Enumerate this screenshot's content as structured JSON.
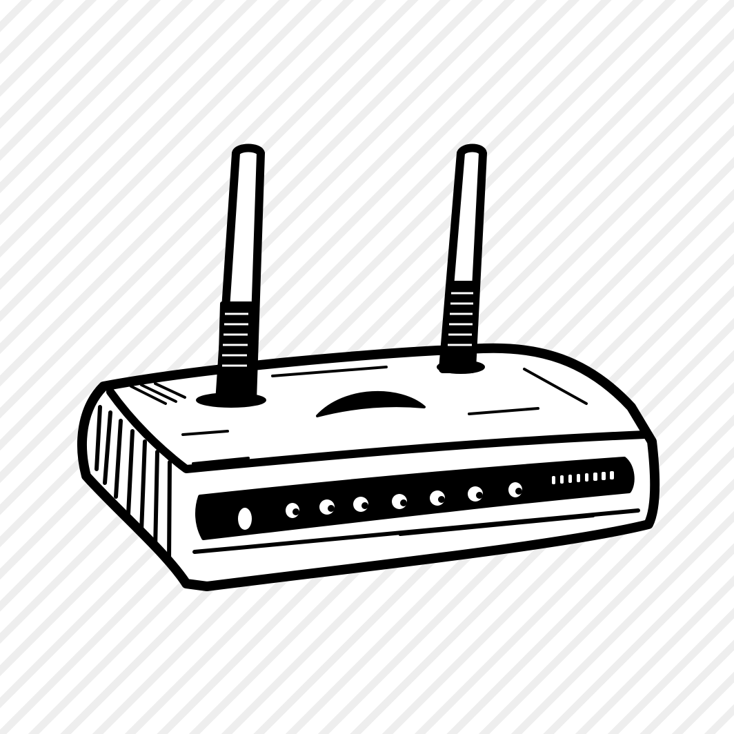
{
  "illustration": {
    "subject": "wifi-router-icon",
    "style": "black ink engraving on white",
    "colors": {
      "ink": "#000000",
      "paper": "#ffffff",
      "stripe": "#eeeeee"
    },
    "antenna_count": 2,
    "front_indicator_count": 8
  }
}
